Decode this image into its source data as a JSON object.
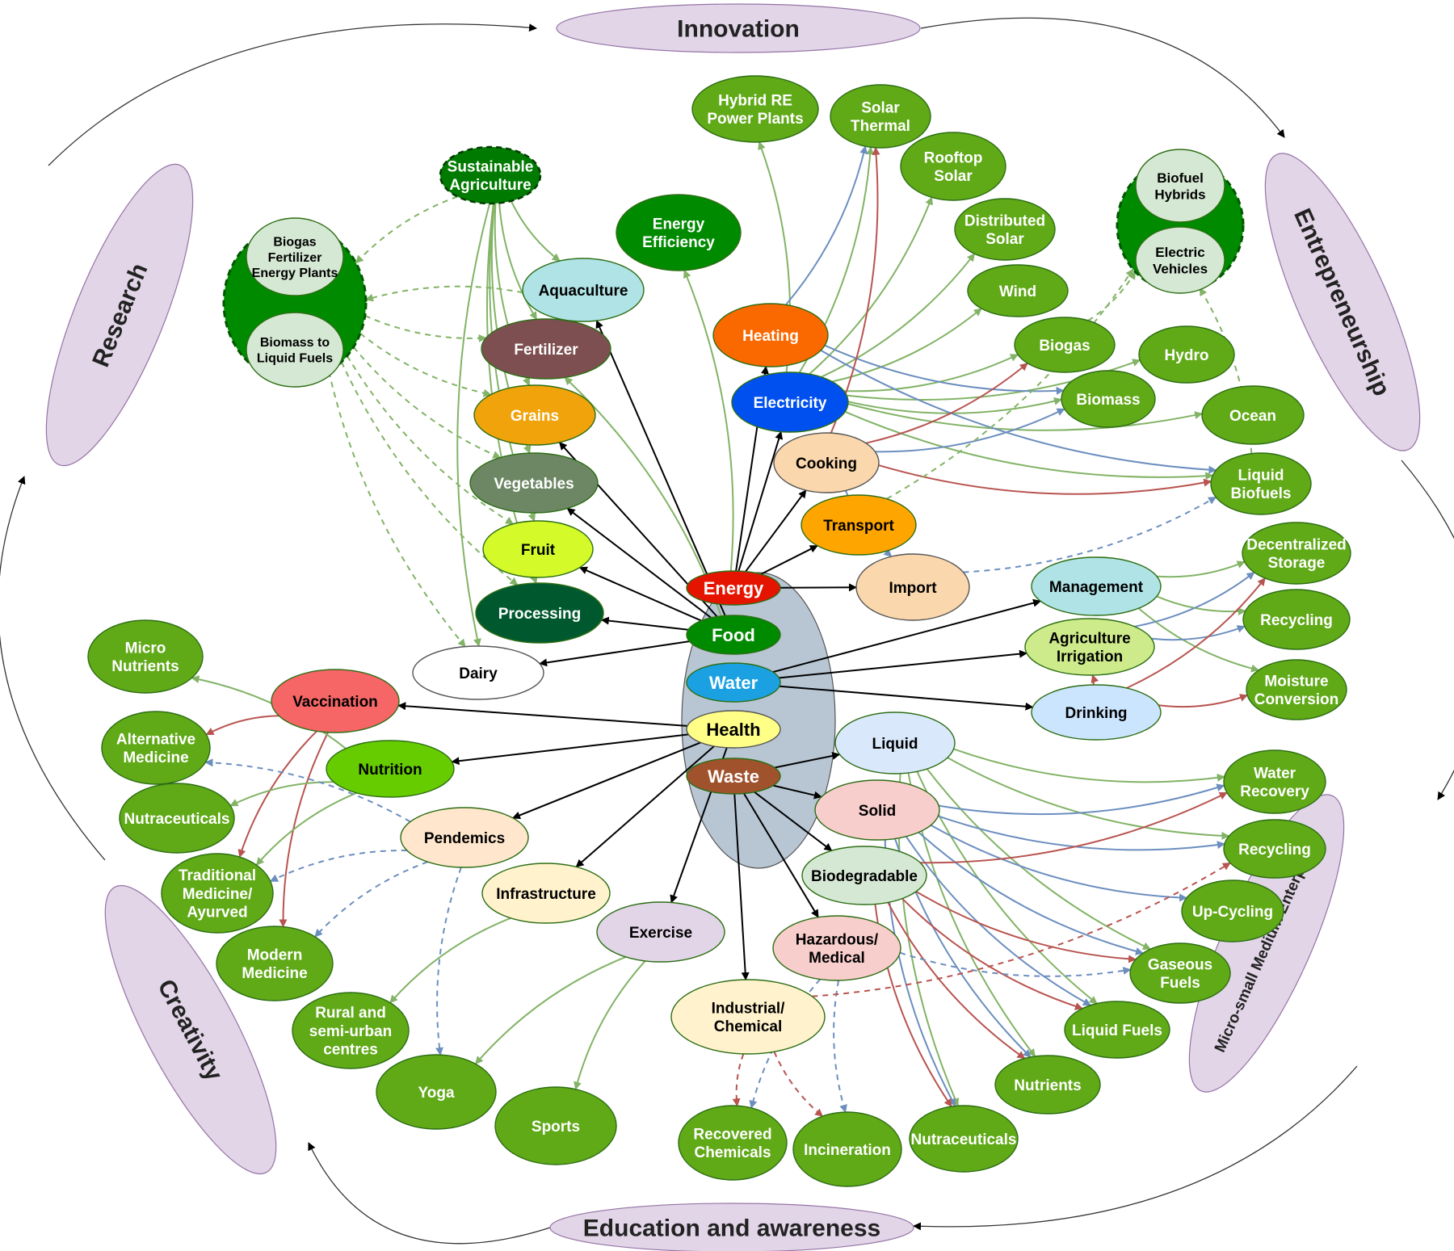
{
  "frame": [
    {
      "id": "innovation",
      "text": "Innovation",
      "fill": "#e1d5e7",
      "size": 30,
      "rot": 0
    },
    {
      "id": "education",
      "text": "Education and awareness",
      "fill": "#e1d5e7",
      "size": 30,
      "rot": 0
    },
    {
      "id": "research",
      "text": "Research",
      "fill": "#e1d5e7",
      "size": 30,
      "rot": -68
    },
    {
      "id": "creativity",
      "text": "Creativity",
      "fill": "#e1d5e7",
      "size": 30,
      "rot": 62
    },
    {
      "id": "entrepreneurship",
      "text": "Entrepreneurship",
      "fill": "#e1d5e7",
      "size": 30,
      "rot": 66
    },
    {
      "id": "msme",
      "text": "Micro-small Medium Enterprises",
      "fill": "#e1d5e7",
      "size": 19,
      "rot": -66
    }
  ],
  "hub": {
    "fill": "#b8c6d4"
  },
  "nodes": [
    {
      "id": "energy",
      "lines": [
        "Energy"
      ],
      "fill": "#e51400",
      "color": "#ffffff",
      "size": 22
    },
    {
      "id": "food",
      "lines": [
        "Food"
      ],
      "fill": "#008a00",
      "color": "#ffffff",
      "size": 22
    },
    {
      "id": "water",
      "lines": [
        "Water"
      ],
      "fill": "#1ba1e2",
      "color": "#ffffff",
      "size": 22
    },
    {
      "id": "health",
      "lines": [
        "Health"
      ],
      "fill": "#ffff88",
      "color": "#000000",
      "size": 22
    },
    {
      "id": "waste",
      "lines": [
        "Waste"
      ],
      "fill": "#a0522d",
      "color": "#ffffff",
      "size": 22
    },
    {
      "id": "sust_agri",
      "lines": [
        "Sustainable",
        "Agriculture"
      ],
      "fill": "#007a00",
      "color": "#ffffff",
      "size": 19,
      "dashed": true
    },
    {
      "id": "aquaculture",
      "lines": [
        "Aquaculture"
      ],
      "fill": "#b0e3e6",
      "color": "#000000",
      "size": 19
    },
    {
      "id": "fertilizer",
      "lines": [
        "Fertilizer"
      ],
      "fill": "#7d4f50",
      "color": "#ffffff",
      "size": 19
    },
    {
      "id": "grains",
      "lines": [
        "Grains"
      ],
      "fill": "#f0a30a",
      "color": "#ffffff",
      "size": 19
    },
    {
      "id": "vegetables",
      "lines": [
        "Vegetables"
      ],
      "fill": "#6d8764",
      "color": "#ffffff",
      "size": 19
    },
    {
      "id": "fruit",
      "lines": [
        "Fruit"
      ],
      "fill": "#d4fa2a",
      "color": "#000000",
      "size": 19
    },
    {
      "id": "processing",
      "lines": [
        "Processing"
      ],
      "fill": "#00592e",
      "color": "#ffffff",
      "size": 19
    },
    {
      "id": "dairy",
      "lines": [
        "Dairy"
      ],
      "fill": "#ffffff",
      "color": "#000000",
      "size": 19
    },
    {
      "id": "energy_eff",
      "lines": [
        "Energy",
        "Efficiency"
      ],
      "fill": "#008a00",
      "color": "#ffffff",
      "size": 19
    },
    {
      "id": "heating",
      "lines": [
        "Heating"
      ],
      "fill": "#fa6800",
      "color": "#ffffff",
      "size": 19
    },
    {
      "id": "electricity",
      "lines": [
        "Electricity"
      ],
      "fill": "#0050ef",
      "color": "#ffffff",
      "size": 19
    },
    {
      "id": "cooking",
      "lines": [
        "Cooking"
      ],
      "fill": "#fad7ac",
      "color": "#000000",
      "size": 19
    },
    {
      "id": "transport",
      "lines": [
        "Transport"
      ],
      "fill": "#ffa500",
      "color": "#000000",
      "size": 19
    },
    {
      "id": "import",
      "lines": [
        "Import"
      ],
      "fill": "#fad7ac",
      "color": "#000000",
      "size": 19
    },
    {
      "id": "hybrid_re",
      "lines": [
        "Hybrid RE",
        "Power Plants"
      ],
      "fill": "#60a917",
      "color": "#ffffff",
      "size": 19
    },
    {
      "id": "solar_thermal",
      "lines": [
        "Solar",
        "Thermal"
      ],
      "fill": "#60a917",
      "color": "#ffffff",
      "size": 19
    },
    {
      "id": "rooftop",
      "lines": [
        "Rooftop",
        "Solar"
      ],
      "fill": "#60a917",
      "color": "#ffffff",
      "size": 19
    },
    {
      "id": "distributed",
      "lines": [
        "Distributed",
        "Solar"
      ],
      "fill": "#60a917",
      "color": "#ffffff",
      "size": 19
    },
    {
      "id": "wind",
      "lines": [
        "Wind"
      ],
      "fill": "#60a917",
      "color": "#ffffff",
      "size": 19
    },
    {
      "id": "biogas",
      "lines": [
        "Biogas"
      ],
      "fill": "#60a917",
      "color": "#ffffff",
      "size": 19
    },
    {
      "id": "hydro",
      "lines": [
        "Hydro"
      ],
      "fill": "#60a917",
      "color": "#ffffff",
      "size": 19
    },
    {
      "id": "biomass",
      "lines": [
        "Biomass"
      ],
      "fill": "#60a917",
      "color": "#ffffff",
      "size": 19
    },
    {
      "id": "ocean",
      "lines": [
        "Ocean"
      ],
      "fill": "#60a917",
      "color": "#ffffff",
      "size": 19
    },
    {
      "id": "liquid_biofuels",
      "lines": [
        "Liquid",
        "Biofuels"
      ],
      "fill": "#60a917",
      "color": "#ffffff",
      "size": 19
    },
    {
      "id": "management",
      "lines": [
        "Management"
      ],
      "fill": "#b0e3e6",
      "color": "#000000",
      "size": 19
    },
    {
      "id": "agri_irrigation",
      "lines": [
        "Agriculture",
        "Irrigation"
      ],
      "fill": "#cdeb8b",
      "color": "#000000",
      "size": 19
    },
    {
      "id": "drinking",
      "lines": [
        "Drinking"
      ],
      "fill": "#cce5ff",
      "color": "#000000",
      "size": 19
    },
    {
      "id": "decentral",
      "lines": [
        "Decentralized",
        "Storage"
      ],
      "fill": "#60a917",
      "color": "#ffffff",
      "size": 19
    },
    {
      "id": "recycling_w",
      "lines": [
        "Recycling"
      ],
      "fill": "#60a917",
      "color": "#ffffff",
      "size": 19
    },
    {
      "id": "moisture",
      "lines": [
        "Moisture",
        "Conversion"
      ],
      "fill": "#60a917",
      "color": "#ffffff",
      "size": 19
    },
    {
      "id": "vaccination",
      "lines": [
        "Vaccination"
      ],
      "fill": "#f66666",
      "color": "#000000",
      "size": 19
    },
    {
      "id": "nutrition",
      "lines": [
        "Nutrition"
      ],
      "fill": "#66cc00",
      "color": "#000000",
      "size": 19
    },
    {
      "id": "pendemics",
      "lines": [
        "Pendemics"
      ],
      "fill": "#ffe6cc",
      "color": "#000000",
      "size": 19
    },
    {
      "id": "infrastructure",
      "lines": [
        "Infrastructure"
      ],
      "fill": "#fff2cc",
      "color": "#000000",
      "size": 19
    },
    {
      "id": "exercise",
      "lines": [
        "Exercise"
      ],
      "fill": "#e1d5e7",
      "color": "#000000",
      "size": 19
    },
    {
      "id": "micro_nutrients",
      "lines": [
        "Micro",
        "Nutrients"
      ],
      "fill": "#60a917",
      "color": "#ffffff",
      "size": 19
    },
    {
      "id": "alt_medicine",
      "lines": [
        "Alternative",
        "Medicine"
      ],
      "fill": "#60a917",
      "color": "#ffffff",
      "size": 19
    },
    {
      "id": "nutraceuticals_h",
      "lines": [
        "Nutraceuticals"
      ],
      "fill": "#60a917",
      "color": "#ffffff",
      "size": 19
    },
    {
      "id": "traditional",
      "lines": [
        "Traditional",
        "Medicine/",
        "Ayurved"
      ],
      "fill": "#60a917",
      "color": "#ffffff",
      "size": 19
    },
    {
      "id": "modern",
      "lines": [
        "Modern",
        "Medicine"
      ],
      "fill": "#60a917",
      "color": "#ffffff",
      "size": 19
    },
    {
      "id": "rural",
      "lines": [
        "Rural and",
        "semi-urban",
        "centres"
      ],
      "fill": "#60a917",
      "color": "#ffffff",
      "size": 19
    },
    {
      "id": "yoga",
      "lines": [
        "Yoga"
      ],
      "fill": "#60a917",
      "color": "#ffffff",
      "size": 19
    },
    {
      "id": "sports",
      "lines": [
        "Sports"
      ],
      "fill": "#60a917",
      "color": "#ffffff",
      "size": 19
    },
    {
      "id": "liquid",
      "lines": [
        "Liquid"
      ],
      "fill": "#dae8fc",
      "color": "#000000",
      "size": 19
    },
    {
      "id": "solid",
      "lines": [
        "Solid"
      ],
      "fill": "#f8cecc",
      "color": "#000000",
      "size": 19
    },
    {
      "id": "biodegradable",
      "lines": [
        "Biodegradable"
      ],
      "fill": "#d5e8d4",
      "color": "#000000",
      "size": 19
    },
    {
      "id": "hazardous",
      "lines": [
        "Hazardous/",
        "Medical"
      ],
      "fill": "#f8cecc",
      "color": "#000000",
      "size": 19
    },
    {
      "id": "industrial",
      "lines": [
        "Industrial/",
        "Chemical"
      ],
      "fill": "#fff2cc",
      "color": "#000000",
      "size": 19
    },
    {
      "id": "water_recovery",
      "lines": [
        "Water",
        "Recovery"
      ],
      "fill": "#60a917",
      "color": "#ffffff",
      "size": 19
    },
    {
      "id": "recycling_s",
      "lines": [
        "Recycling"
      ],
      "fill": "#60a917",
      "color": "#ffffff",
      "size": 19
    },
    {
      "id": "upcycling",
      "lines": [
        "Up-Cycling"
      ],
      "fill": "#60a917",
      "color": "#ffffff",
      "size": 19
    },
    {
      "id": "gaseous",
      "lines": [
        "Gaseous",
        "Fuels"
      ],
      "fill": "#60a917",
      "color": "#ffffff",
      "size": 19
    },
    {
      "id": "liquid_fuels",
      "lines": [
        "Liquid Fuels"
      ],
      "fill": "#60a917",
      "color": "#ffffff",
      "size": 19
    },
    {
      "id": "nutrients",
      "lines": [
        "Nutrients"
      ],
      "fill": "#60a917",
      "color": "#ffffff",
      "size": 19
    },
    {
      "id": "nutraceuticals_w",
      "lines": [
        "Nutraceuticals"
      ],
      "fill": "#60a917",
      "color": "#ffffff",
      "size": 19
    },
    {
      "id": "incineration",
      "lines": [
        "Incineration"
      ],
      "fill": "#60a917",
      "color": "#ffffff",
      "size": 19
    },
    {
      "id": "recovered",
      "lines": [
        "Recovered",
        "Chemicals"
      ],
      "fill": "#60a917",
      "color": "#ffffff",
      "size": 19
    },
    {
      "id": "biogas_fert",
      "lines": [
        "Biogas",
        "Fertilizer",
        "Energy Plants"
      ],
      "fill": "#d5e8d4",
      "color": "#000000",
      "size": 16
    },
    {
      "id": "biomass_liq",
      "lines": [
        "Biomass to",
        "Liquid Fuels"
      ],
      "fill": "#d5e8d4",
      "color": "#000000",
      "size": 16
    },
    {
      "id": "biofuel_hybrids",
      "lines": [
        "Biofuel",
        "Hybrids"
      ],
      "fill": "#d5e8d4",
      "color": "#000000",
      "size": 17
    },
    {
      "id": "electric_veh",
      "lines": [
        "Electric",
        "Vehicles"
      ],
      "fill": "#d5e8d4",
      "color": "#000000",
      "size": 17
    }
  ],
  "groups": [
    {
      "id": "group_left",
      "fill": "#008a00"
    },
    {
      "id": "group_right",
      "fill": "#008a00"
    }
  ],
  "edge_colors": {
    "black": "#000000",
    "green": "#82b366",
    "red": "#b85450",
    "blue": "#6c8ebf",
    "dgreen": "#82b366"
  },
  "edges": [
    [
      "food",
      "aquaculture",
      "black"
    ],
    [
      "food",
      "grains",
      "black"
    ],
    [
      "food",
      "vegetables",
      "black"
    ],
    [
      "food",
      "fruit",
      "black"
    ],
    [
      "food",
      "processing",
      "black"
    ],
    [
      "food",
      "dairy",
      "black"
    ],
    [
      "energy",
      "heating",
      "black"
    ],
    [
      "energy",
      "electricity",
      "black"
    ],
    [
      "energy",
      "cooking",
      "black"
    ],
    [
      "energy",
      "transport",
      "black"
    ],
    [
      "energy",
      "import",
      "black"
    ],
    [
      "water",
      "management",
      "black"
    ],
    [
      "water",
      "agri_irrigation",
      "black"
    ],
    [
      "water",
      "drinking",
      "black"
    ],
    [
      "health",
      "vaccination",
      "black"
    ],
    [
      "health",
      "nutrition",
      "black"
    ],
    [
      "health",
      "pendemics",
      "black"
    ],
    [
      "health",
      "infrastructure",
      "black"
    ],
    [
      "health",
      "exercise",
      "black"
    ],
    [
      "waste",
      "liquid",
      "black"
    ],
    [
      "waste",
      "solid",
      "black"
    ],
    [
      "waste",
      "biodegradable",
      "black"
    ],
    [
      "waste",
      "hazardous",
      "black"
    ],
    [
      "waste",
      "industrial",
      "black"
    ],
    [
      "food",
      "fertilizer",
      "green"
    ],
    [
      "energy",
      "energy_eff",
      "green"
    ],
    [
      "sust_agri",
      "aquaculture",
      "green"
    ],
    [
      "sust_agri",
      "fertilizer",
      "green"
    ],
    [
      "sust_agri",
      "grains",
      "green"
    ],
    [
      "sust_agri",
      "vegetables",
      "green"
    ],
    [
      "sust_agri",
      "fruit",
      "green"
    ],
    [
      "sust_agri",
      "processing",
      "green"
    ],
    [
      "sust_agri",
      "dairy",
      "green"
    ],
    [
      "electricity",
      "hybrid_re",
      "green"
    ],
    [
      "electricity",
      "solar_thermal",
      "green"
    ],
    [
      "electricity",
      "rooftop",
      "green"
    ],
    [
      "electricity",
      "distributed",
      "green"
    ],
    [
      "electricity",
      "wind",
      "green"
    ],
    [
      "electricity",
      "biogas",
      "green"
    ],
    [
      "electricity",
      "biomass",
      "green"
    ],
    [
      "electricity",
      "hydro",
      "green"
    ],
    [
      "electricity",
      "ocean",
      "green"
    ],
    [
      "electricity",
      "liquid_biofuels",
      "green"
    ],
    [
      "heating",
      "solar_thermal",
      "blue"
    ],
    [
      "heating",
      "biomass",
      "blue"
    ],
    [
      "heating",
      "liquid_biofuels",
      "blue"
    ],
    [
      "cooking",
      "solar_thermal",
      "red"
    ],
    [
      "cooking",
      "biogas",
      "red"
    ],
    [
      "cooking",
      "liquid_biofuels",
      "red"
    ],
    [
      "cooking",
      "biomass",
      "blue"
    ],
    [
      "management",
      "decentral",
      "green"
    ],
    [
      "management",
      "recycling_w",
      "green"
    ],
    [
      "management",
      "moisture",
      "green"
    ],
    [
      "agri_irrigation",
      "decentral",
      "blue"
    ],
    [
      "agri_irrigation",
      "recycling_w",
      "blue"
    ],
    [
      "drinking",
      "decentral",
      "red"
    ],
    [
      "drinking",
      "moisture",
      "red"
    ],
    [
      "drinking",
      "agri_irrigation",
      "red"
    ],
    [
      "vaccination",
      "alt_medicine",
      "red"
    ],
    [
      "vaccination",
      "traditional",
      "red"
    ],
    [
      "vaccination",
      "modern",
      "red"
    ],
    [
      "nutrition",
      "micro_nutrients",
      "green"
    ],
    [
      "nutrition",
      "nutraceuticals_h",
      "green"
    ],
    [
      "nutrition",
      "traditional",
      "green"
    ],
    [
      "infrastructure",
      "rural",
      "green"
    ],
    [
      "exercise",
      "yoga",
      "green"
    ],
    [
      "exercise",
      "sports",
      "green"
    ],
    [
      "liquid",
      "water_recovery",
      "green"
    ],
    [
      "liquid",
      "recycling_s",
      "green"
    ],
    [
      "liquid",
      "gaseous",
      "green"
    ],
    [
      "liquid",
      "liquid_fuels",
      "green"
    ],
    [
      "liquid",
      "nutrients",
      "green"
    ],
    [
      "liquid",
      "nutraceuticals_w",
      "green"
    ],
    [
      "solid",
      "water_recovery",
      "blue"
    ],
    [
      "solid",
      "recycling_s",
      "blue"
    ],
    [
      "solid",
      "upcycling",
      "blue"
    ],
    [
      "solid",
      "gaseous",
      "blue"
    ],
    [
      "solid",
      "liquid_fuels",
      "blue"
    ],
    [
      "solid",
      "nutrients",
      "blue"
    ],
    [
      "solid",
      "nutraceuticals_w",
      "blue"
    ],
    [
      "biodegradable",
      "water_recovery",
      "red"
    ],
    [
      "biodegradable",
      "gaseous",
      "red"
    ],
    [
      "biodegradable",
      "liquid_fuels",
      "red"
    ],
    [
      "biodegradable",
      "nutrients",
      "red"
    ],
    [
      "biodegradable",
      "nutraceuticals_w",
      "red"
    ]
  ],
  "dashed_edges": [
    [
      "sust_agri",
      "group_left",
      "dgreen"
    ],
    [
      "aquaculture",
      "group_left",
      "dgreen"
    ],
    [
      "group_left",
      "fertilizer",
      "dgreen"
    ],
    [
      "group_left",
      "grains",
      "dgreen"
    ],
    [
      "group_left",
      "vegetables",
      "dgreen"
    ],
    [
      "group_left",
      "fruit",
      "dgreen"
    ],
    [
      "group_left",
      "processing",
      "dgreen"
    ],
    [
      "group_left",
      "dairy",
      "dgreen"
    ],
    [
      "transport",
      "group_right",
      "dgreen"
    ],
    [
      "biogas",
      "group_right",
      "dgreen"
    ],
    [
      "liquid_biofuels",
      "group_right",
      "dgreen"
    ],
    [
      "pendemics",
      "alt_medicine",
      "blue"
    ],
    [
      "pendemics",
      "traditional",
      "blue"
    ],
    [
      "pendemics",
      "modern",
      "blue"
    ],
    [
      "pendemics",
      "yoga",
      "blue"
    ],
    [
      "hazardous",
      "recovered",
      "blue"
    ],
    [
      "hazardous",
      "incineration",
      "blue"
    ],
    [
      "hazardous",
      "gaseous",
      "blue"
    ],
    [
      "industrial",
      "recovered",
      "red"
    ],
    [
      "industrial",
      "incineration",
      "red"
    ],
    [
      "industrial",
      "recycling_s",
      "red"
    ],
    [
      "import",
      "liquid_biofuels",
      "blue"
    ],
    [
      "cooking",
      "import",
      "blue"
    ]
  ]
}
